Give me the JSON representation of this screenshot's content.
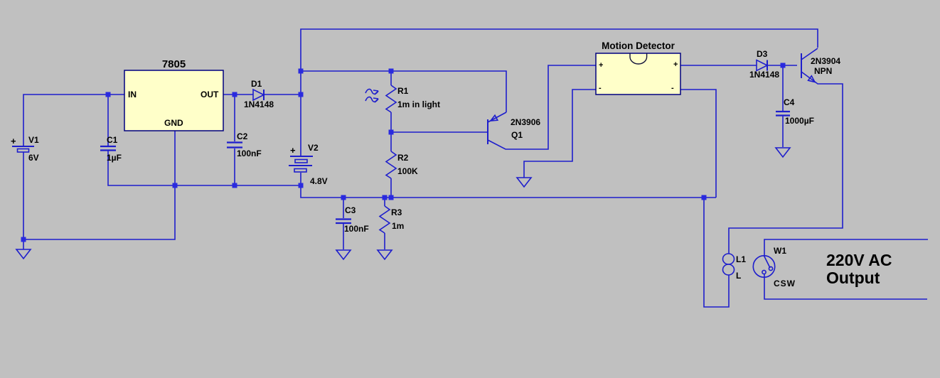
{
  "app": {
    "type": "circuit-schematic-editor"
  },
  "colors": {
    "background": "#C0C0C0",
    "wire": "#1E1ECC",
    "junction": "#2A2ADF",
    "component_fill": "#FFFFC9",
    "component_border": "#000080",
    "text": "#000000"
  },
  "components": {
    "v1": {
      "label": "V1",
      "value": "6V",
      "polarity": "+"
    },
    "c1": {
      "label": "C1",
      "value": "1µF"
    },
    "regulator": {
      "title": "7805",
      "pin_in": "IN",
      "pin_out": "OUT",
      "pin_gnd": "GND"
    },
    "d1": {
      "label": "D1",
      "value": "1N4148"
    },
    "c2": {
      "label": "C2",
      "value": "100nF"
    },
    "v2": {
      "label": "V2",
      "value": "4.8V",
      "polarity": "+"
    },
    "r1": {
      "label": "R1",
      "value": "1m in light"
    },
    "r2": {
      "label": "R2",
      "value": "100K"
    },
    "c3": {
      "label": "C3",
      "value": "100nF"
    },
    "r3": {
      "label": "R3",
      "value": "1m"
    },
    "q1": {
      "part": "2N3906",
      "label": "Q1"
    },
    "motion_detector": {
      "title": "Motion Detector",
      "pin_plus_left": "+",
      "pin_plus_right": "+",
      "pin_minus_left": "-",
      "pin_minus_right": "-"
    },
    "d3": {
      "label": "D3",
      "value": "1N4148"
    },
    "q2": {
      "part": "2N3904",
      "type": "NPN"
    },
    "c4": {
      "label": "C4",
      "value": "1000µF"
    },
    "l1": {
      "label": "L1",
      "value": "L"
    },
    "w1": {
      "label": "W1",
      "value": "CSW"
    },
    "output": {
      "line1": "220V AC",
      "line2": "Output"
    }
  }
}
